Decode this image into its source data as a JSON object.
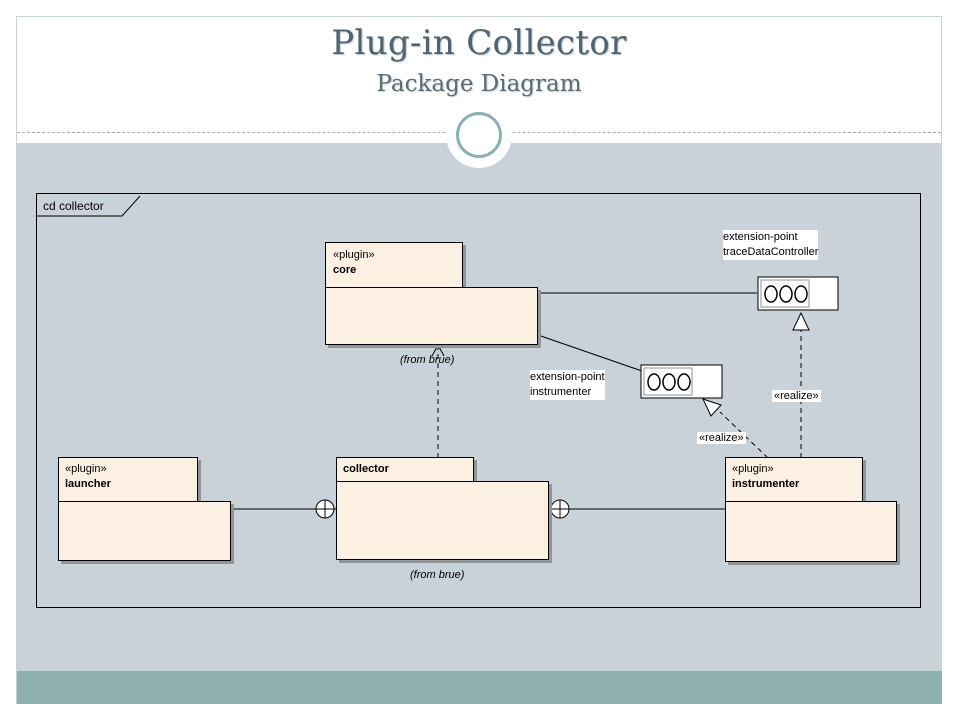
{
  "slide": {
    "title": "Plug-in Collector",
    "subtitle": "Package Diagram"
  },
  "diagram": {
    "frame_label": "cd collector",
    "packages": {
      "core": {
        "stereotype": "«plugin»",
        "name": "core",
        "from": "(from brue)"
      },
      "launcher": {
        "stereotype": "«plugin»",
        "name": "launcher"
      },
      "collector": {
        "name": "collector",
        "from": "(from brue)"
      },
      "instrumenter": {
        "stereotype": "«plugin»",
        "name": "instrumenter"
      }
    },
    "extension_points": {
      "trace": {
        "line1": "extension-point",
        "line2": "traceDataController"
      },
      "instr": {
        "line1": "extension-point",
        "line2": "instrumenter"
      }
    },
    "realize_labels": {
      "left": "«realize»",
      "right": "«realize»"
    }
  },
  "colors": {
    "package_fill": "#fbf0e2",
    "band": "#c8d2d8",
    "footer": "#8eb0b0",
    "title": "#4f6470"
  }
}
